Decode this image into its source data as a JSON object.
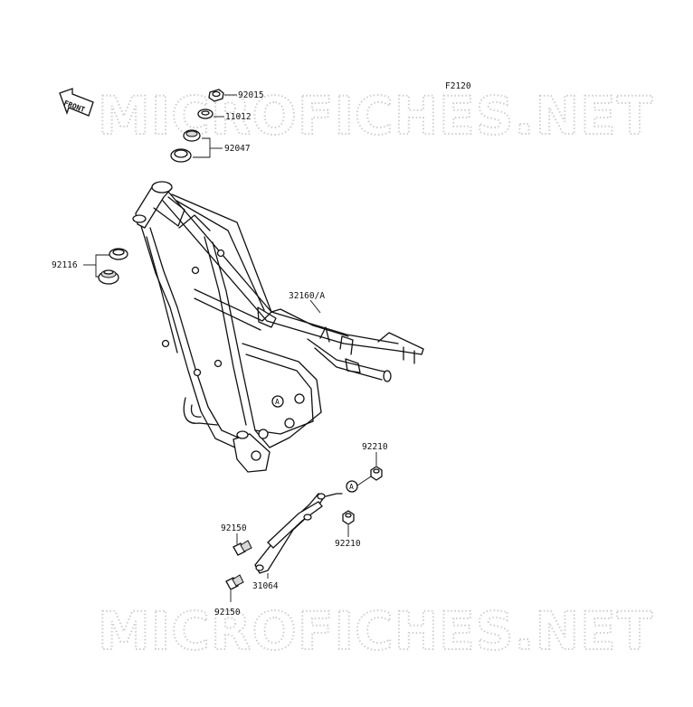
{
  "figure_code": "F2120",
  "front_arrow_label": "FRONT",
  "ref_marker": "A",
  "watermark_text": "MICROFICHES.NET",
  "part_labels": {
    "p92015": "92015",
    "p11012": "11012",
    "p92047": "92047",
    "p92116": "92116",
    "p32160": "32160/A",
    "p92210_top": "92210",
    "p92210_mid": "92210",
    "p92150_top": "92150",
    "p92150_bot": "92150",
    "p31064": "31064"
  }
}
